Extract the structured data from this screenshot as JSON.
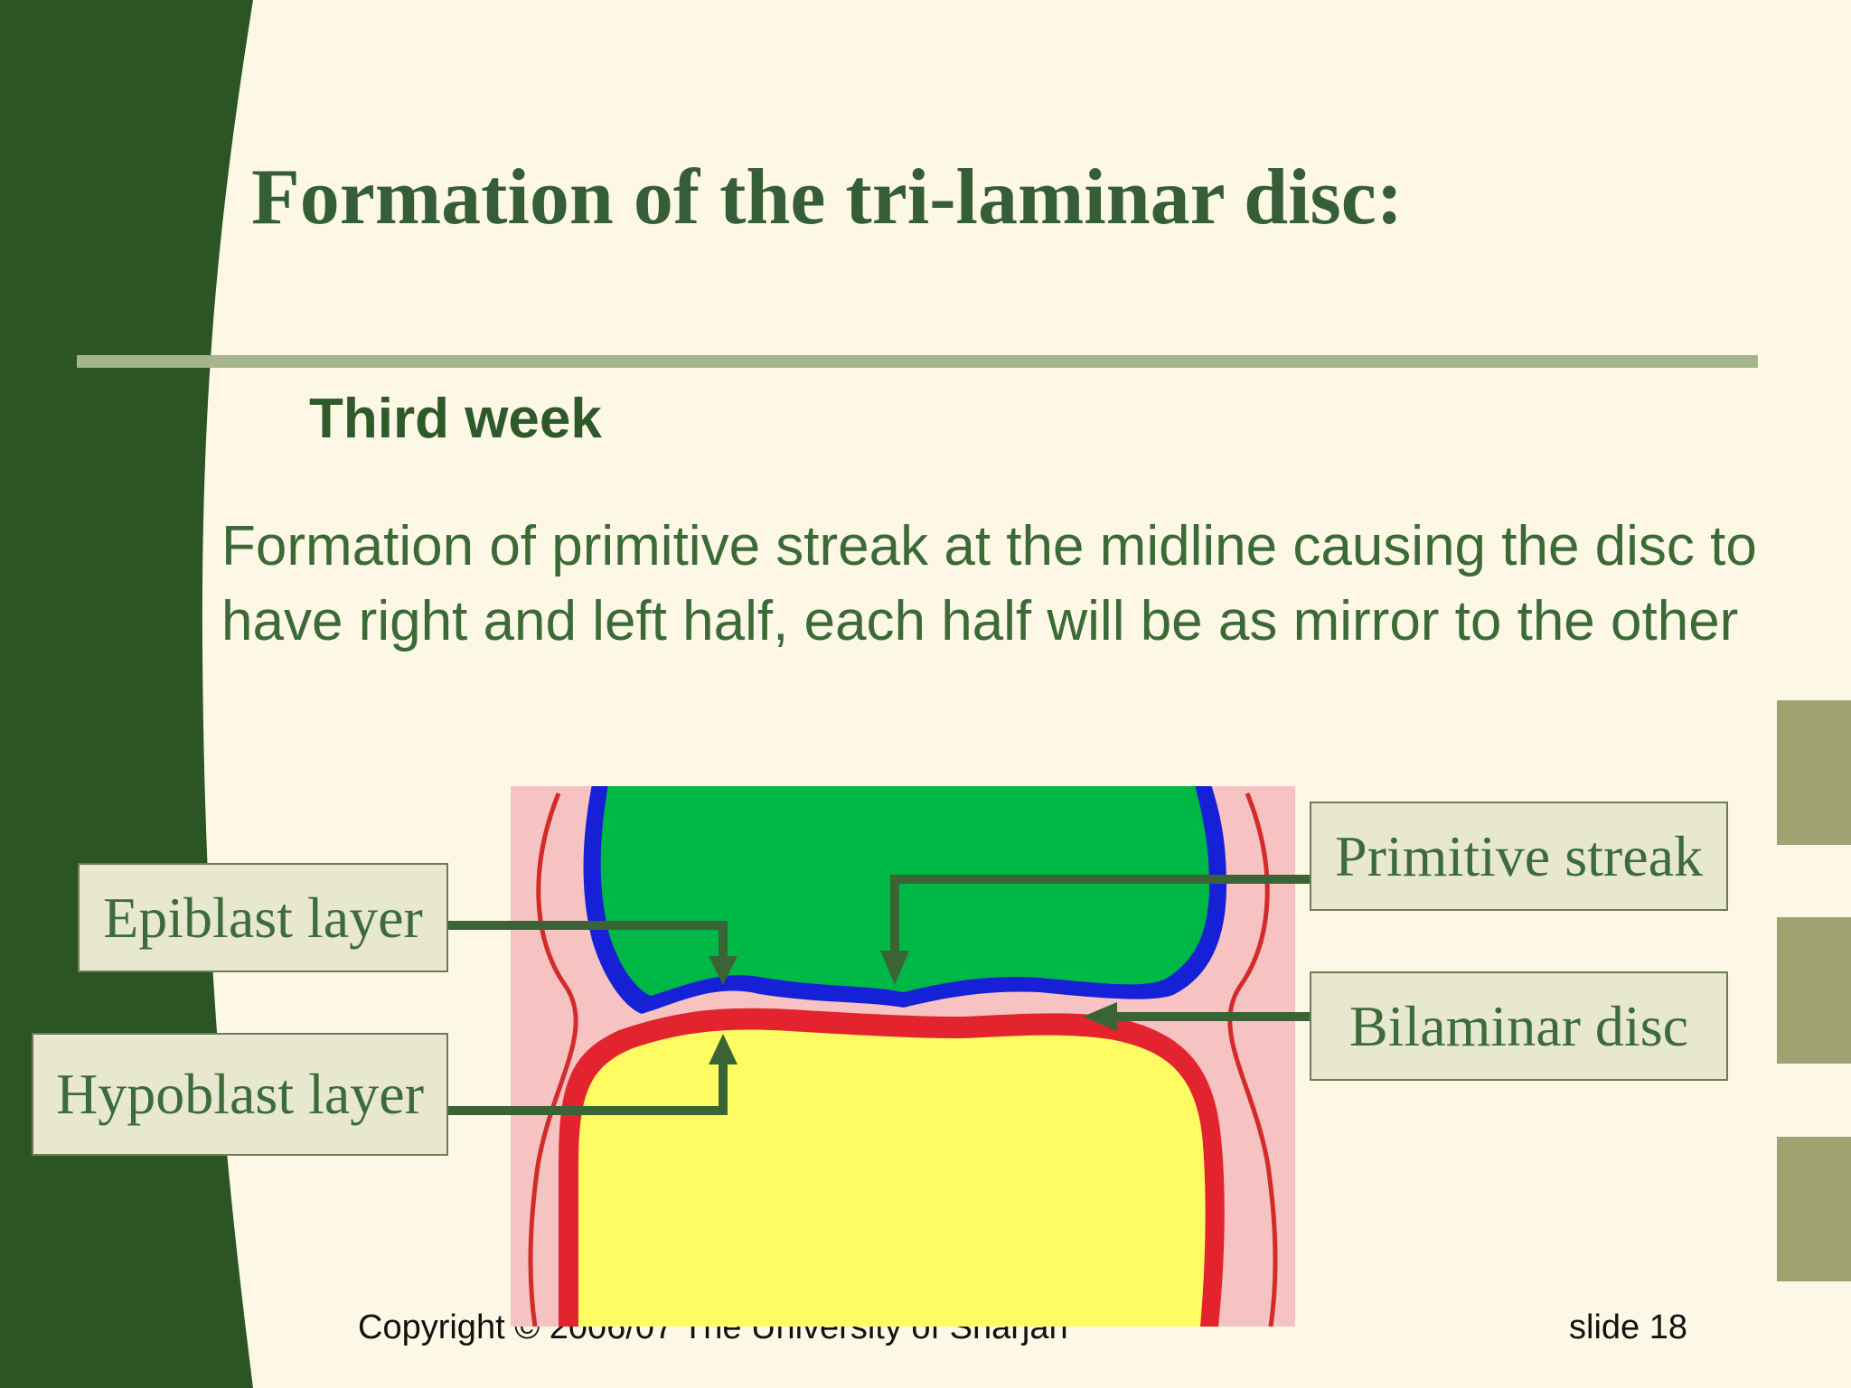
{
  "slide": {
    "title": "Formation of the tri-laminar disc:",
    "subtitle": "Third week",
    "body": "Formation of primitive streak at the midline causing the disc to have right and left half, each half will be as mirror to the other"
  },
  "diagram": {
    "labels": {
      "epiblast": "Epiblast layer",
      "hypoblast": "Hypoblast layer",
      "primitive_streak": "Primitive streak",
      "bilaminar_disc": "Bilaminar disc"
    }
  },
  "footer": {
    "copyright": "Copyright © 2006/07 The University of Sharjah",
    "slide_number": "slide 18"
  },
  "colors": {
    "dark_green": "#2b5523",
    "title_green": "#365e36",
    "olive_tabs": "#a0a272",
    "rule": "#a4b48c",
    "epiblast_green": "#00b845",
    "hypoblast_yellow": "#fefc62",
    "blue_layer": "#1620d6",
    "red_layer": "#e3242e",
    "pink_bg": "#f6c2c2"
  }
}
